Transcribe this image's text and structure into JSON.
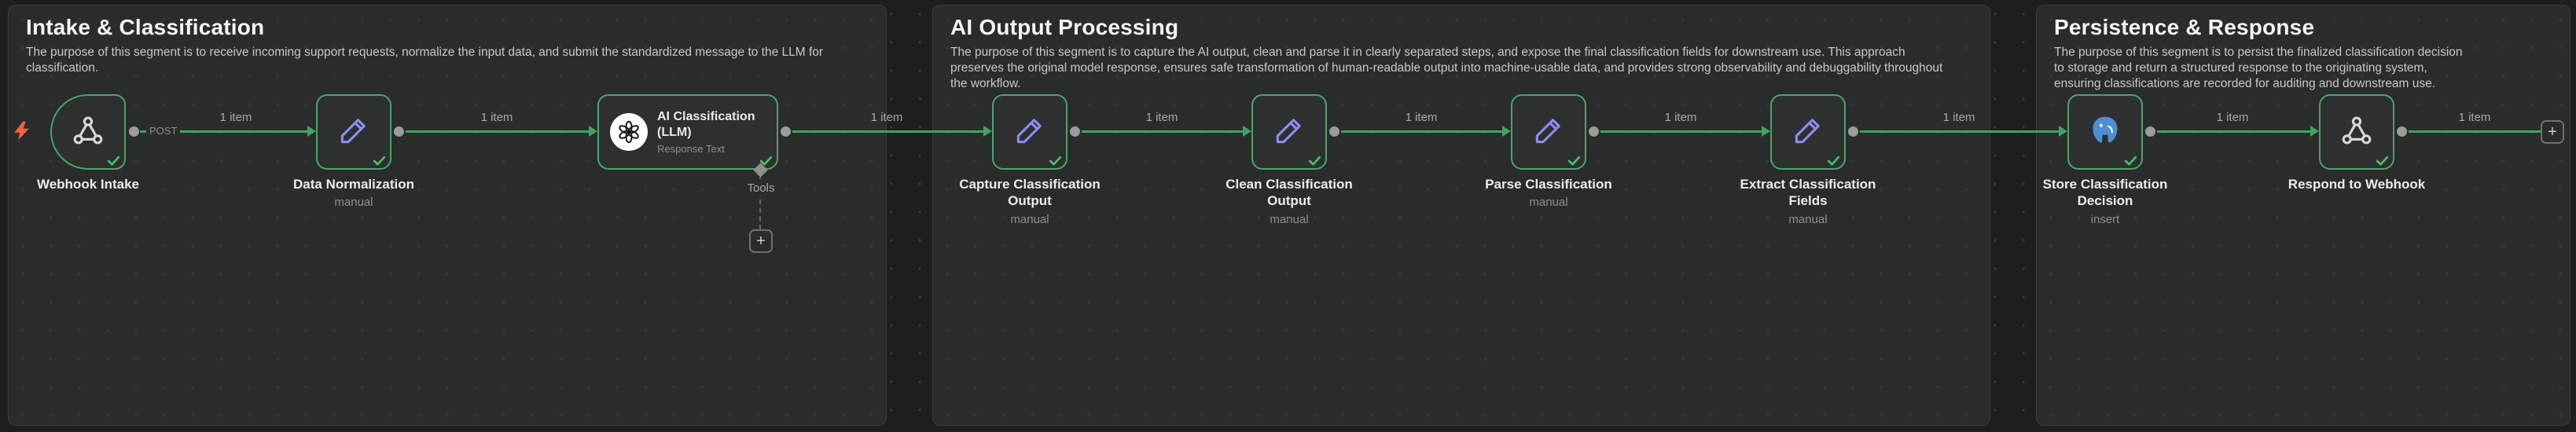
{
  "sections": [
    {
      "title": "Intake & Classification",
      "description": "The purpose of this segment is to receive incoming support requests, normalize the input data, and submit the standardized message to the LLM for classification."
    },
    {
      "title": "AI Output Processing",
      "description": "The purpose of this segment is to capture the AI output, clean and parse it in clearly separated steps, and expose the final classification fields for downstream use. This approach preserves the original model response, ensures safe transformation of human-readable output into machine-usable data, and provides strong observability and debuggability throughout the workflow."
    },
    {
      "title": "Persistence & Response",
      "description": "The purpose of this segment is to persist the finalized classification decision to storage and return a structured response to the originating system, ensuring classifications are recorded for auditing and downstream use."
    }
  ],
  "nodes": [
    {
      "name": "Webhook Intake",
      "method": "POST",
      "icon": "webhook-icon"
    },
    {
      "name": "Data Normalization",
      "subtitle": "manual",
      "icon": "pen-icon"
    },
    {
      "name": "AI Classification (LLM)",
      "subtitle": "Response Text",
      "icon": "openai-icon",
      "tools_label": "Tools"
    },
    {
      "name": "Capture Classification Output",
      "subtitle": "manual",
      "icon": "pen-icon"
    },
    {
      "name": "Clean Classification Output",
      "subtitle": "manual",
      "icon": "pen-icon"
    },
    {
      "name": "Parse Classification",
      "subtitle": "manual",
      "icon": "pen-icon"
    },
    {
      "name": "Extract Classification Fields",
      "subtitle": "manual",
      "icon": "pen-icon"
    },
    {
      "name": "Store Classification Decision",
      "subtitle": "insert",
      "icon": "postgres-icon"
    },
    {
      "name": "Respond to Webhook",
      "icon": "webhook-icon"
    }
  ],
  "connections": {
    "item_label": "1 item"
  },
  "icons": {
    "plus": "+",
    "check": "checkmark",
    "lightning": "trigger-bolt"
  },
  "colors": {
    "success": "#41a35f",
    "node_border": "#4aa567",
    "accent_pen": "#8d8df2",
    "postgres_blue": "#4e8fd0",
    "bolt_orange": "#f4623d"
  }
}
